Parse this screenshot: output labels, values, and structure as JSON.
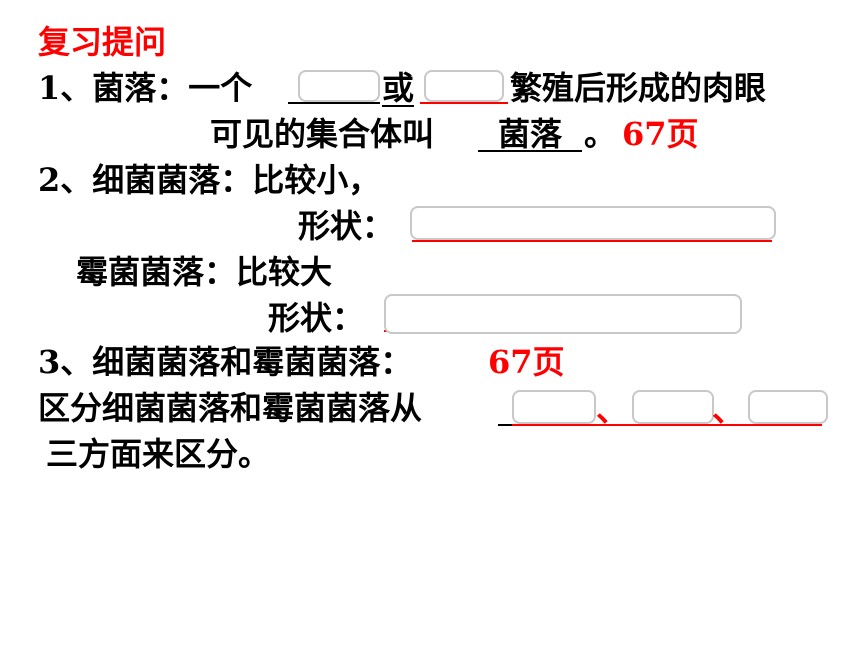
{
  "title": "复习提问",
  "q1": {
    "num": "1、",
    "prefix": "菌落：一个",
    "mid": "或",
    "suffix": "繁殖后形成的肉眼",
    "line2_prefix": "可见的集合体叫",
    "answer": "菌落",
    "period": "。",
    "page_ref": "67页"
  },
  "q2": {
    "line1": "2、细菌菌落：比较小，",
    "shape_label_1": "形状：",
    "line3": "霉菌菌落：比较大",
    "shape_label_2": "形状："
  },
  "q3": {
    "line1": "3、细菌菌落和霉菌菌落：",
    "page_ref": "67页",
    "line2": "区分细菌菌落和霉菌菌落从",
    "sep1": "、",
    "sep2": "、",
    "line3": "三方面来区分。"
  },
  "colors": {
    "accent_red": "#ff0000",
    "text": "#000000",
    "blank_border": "#c8c8c8"
  }
}
